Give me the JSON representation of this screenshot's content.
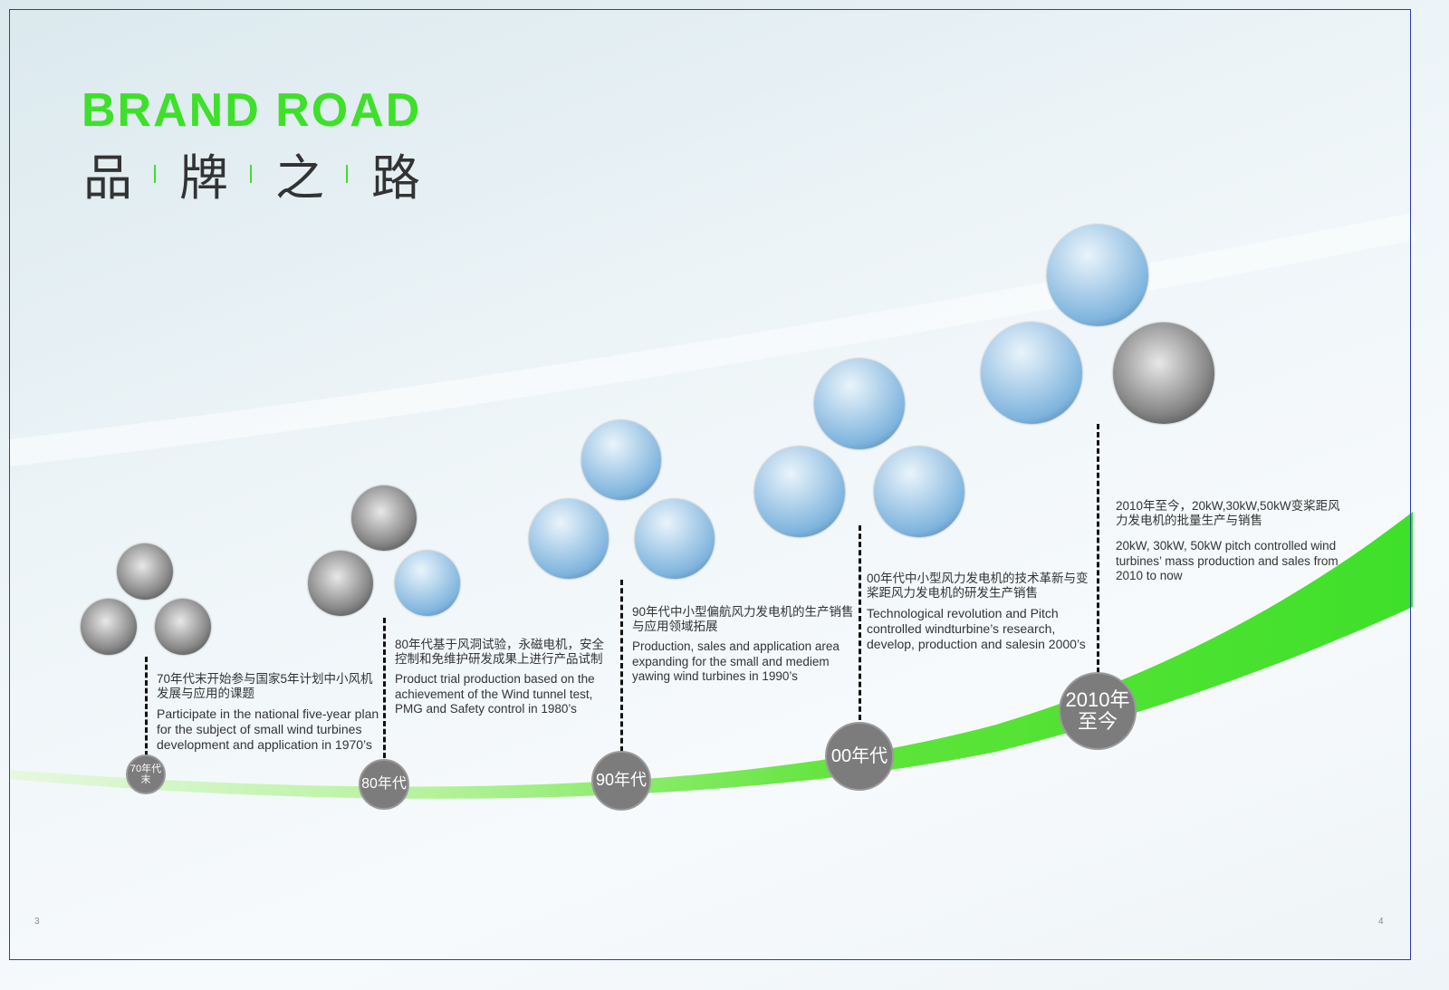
{
  "title": {
    "en": "BRAND ROAD",
    "cn": [
      "品",
      "牌",
      "之",
      "路"
    ]
  },
  "colors": {
    "accent": "#3ee02a",
    "milestone": "#7c7c7c",
    "frame": "#2b3fb0"
  },
  "milestones": [
    {
      "label": "70年代末",
      "cn": "70年代末开始参与国家5年计划中小风机发展与应用的课题",
      "en": "Participate in the national five-year plan for the subject of small wind turbines development and application in 1970’s"
    },
    {
      "label": "80年代",
      "cn": "80年代基于风洞试验，永磁电机，安全控制和免维护研发成果上进行产品试制",
      "en": "Product trial production based on the achievement of the Wind tunnel test, PMG and Safety control in 1980’s"
    },
    {
      "label": "90年代",
      "cn": "90年代中小型偏航风力发电机的生产销售与应用领域拓展",
      "en": "Production, sales and application area expanding for the small and mediem yawing wind turbines in 1990’s"
    },
    {
      "label": "00年代",
      "cn": "00年代中小型风力发电机的技术革新与变桨距风力发电机的研发生产销售",
      "en": "Technological revolution and Pitch controlled windturbine’s research, develop, production and salesin 2000’s"
    },
    {
      "label1": "2010年",
      "label2": "至今",
      "cn": "2010年至今，20kW,30kW,50kW变桨距风力发电机的批量生产与销售",
      "en": "20kW, 30kW, 50kW pitch controlled wind turbines’ mass production and sales from 2010 to now"
    }
  ],
  "footer": {
    "left_page": "3",
    "right_page": "4"
  }
}
